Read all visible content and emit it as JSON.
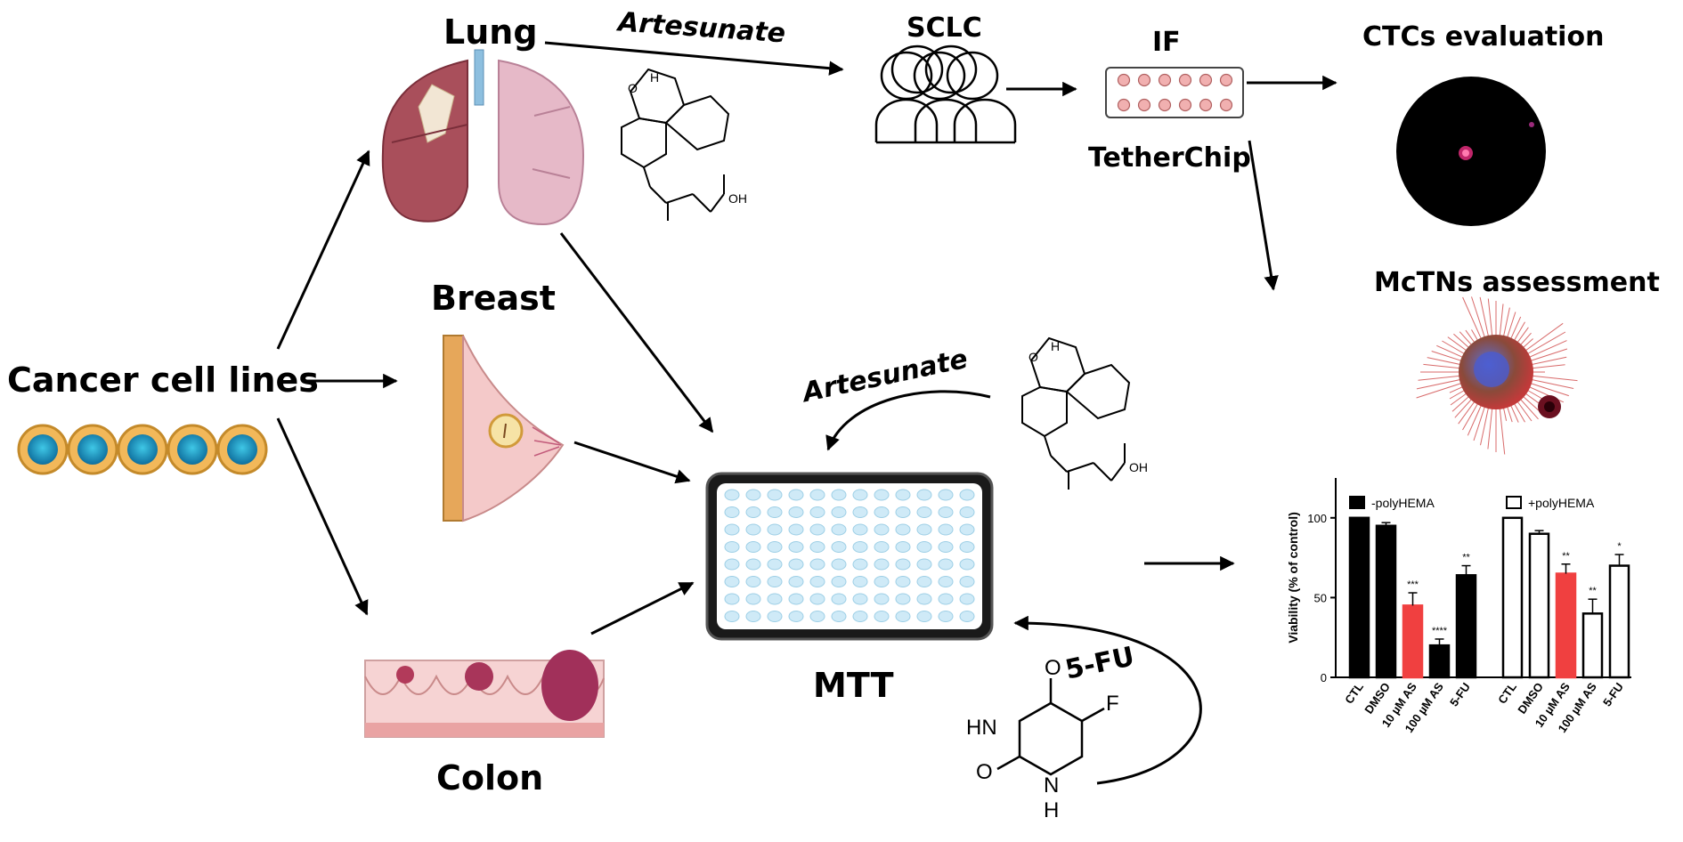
{
  "labels": {
    "cancer_cell_lines": "Cancer cell lines",
    "lung": "Lung",
    "breast": "Breast",
    "colon": "Colon",
    "artesunate_top": "Artesunate",
    "artesunate_mid": "Artesunate",
    "sclc": "SCLC",
    "if": "IF",
    "tetherchip": "TetherChip",
    "ctcs_evaluation": "CTCs evaluation",
    "mctns_assessment": "McTNs assessment",
    "mtt": "MTT",
    "fu_label": "5-FU"
  },
  "molecule": {
    "oh": "OH",
    "o": "O",
    "h": "H",
    "f": "F",
    "hn": "HN",
    "nh": "H",
    "n": "N"
  },
  "chart_data": {
    "type": "bar",
    "ylabel": "Viability (% of control)",
    "ylim": [
      0,
      125
    ],
    "yticks": [
      "0",
      "50",
      "100"
    ],
    "categories": [
      "CTL",
      "DMSO",
      "10 µM AS",
      "100 µM AS",
      "5-FU"
    ],
    "series": [
      {
        "name": "-polyHEMA",
        "values": [
          100,
          95,
          45,
          20,
          64
        ],
        "errors": [
          0,
          2,
          8,
          4,
          6
        ],
        "significance": [
          "",
          "",
          "***",
          "****",
          "**"
        ],
        "colors": [
          "#000000",
          "#000000",
          "#f04040",
          "#000000",
          "#000000"
        ]
      },
      {
        "name": "+polyHEMA",
        "values": [
          100,
          90,
          65,
          40,
          70
        ],
        "errors": [
          0,
          2,
          6,
          9,
          7
        ],
        "significance": [
          "",
          "",
          "**",
          "**",
          "*"
        ],
        "colors": [
          "#ffffff",
          "#ffffff",
          "#f04040",
          "#ffffff",
          "#ffffff"
        ]
      }
    ],
    "legend": "top",
    "grid": false
  }
}
